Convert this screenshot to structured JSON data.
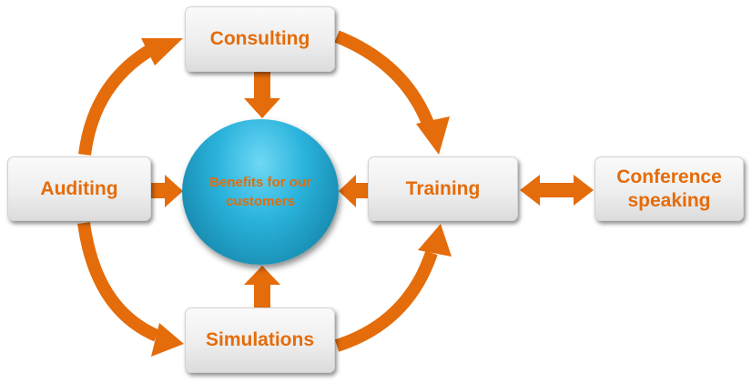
{
  "diagram": {
    "center": {
      "label": "Benefits for our customers"
    },
    "nodes": {
      "consulting": "Consulting",
      "auditing": "Auditing",
      "training": "Training",
      "simulations": "Simulations",
      "conference": "Conference speaking"
    },
    "colors": {
      "arrow": "#e46c0a",
      "text": "#e46c0a",
      "hub_light": "#6fd8f5",
      "hub_dark": "#146f8e",
      "box": "#eeeeee"
    }
  }
}
